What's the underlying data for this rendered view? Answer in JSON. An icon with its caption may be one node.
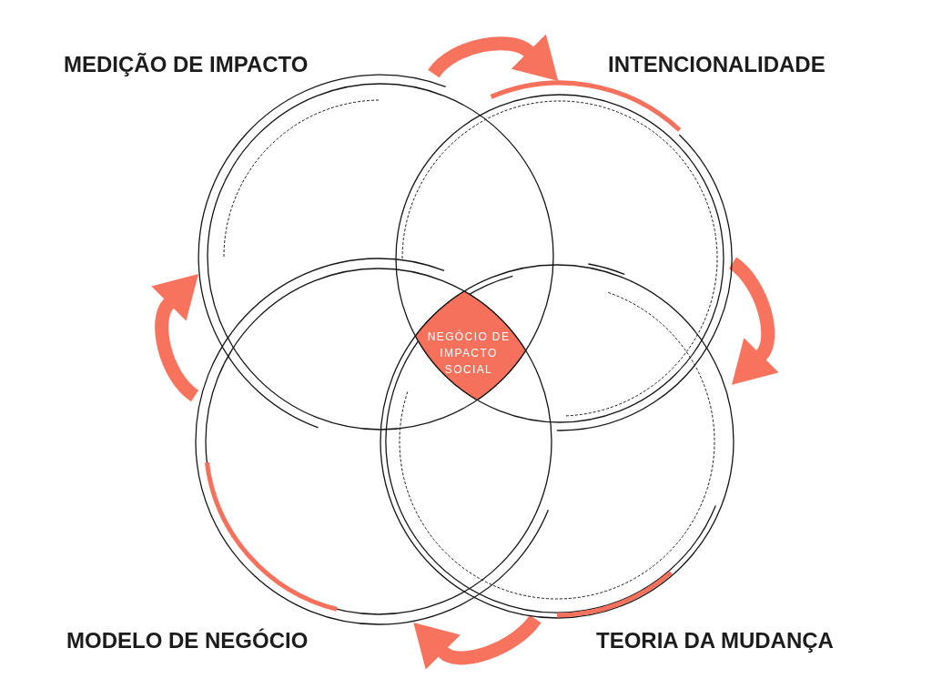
{
  "diagram": {
    "nodes": [
      {
        "text": [],
        "shape": "circle",
        "beside": [
          "MEDIÇÃO DE IMPACTO"
        ]
      },
      {
        "text": [],
        "shape": "circle",
        "beside": [
          "INTENCIONALIDADE"
        ]
      },
      {
        "text": [
          "NEGÓCIO DE IMPACTO SOCIAL"
        ]
      },
      {
        "text": [],
        "shape": "circle",
        "beside": [
          "MODELO DE NEGÓCIO"
        ]
      },
      {
        "text": [],
        "shape": "circle",
        "beside": [
          "TEORIA DA MUDANÇA"
        ]
      }
    ],
    "edges": [
      {
        "from": 0,
        "to": 1,
        "arrow": "to"
      },
      {
        "from": 1,
        "to": 4,
        "arrow": "to"
      },
      {
        "from": 4,
        "to": 3,
        "arrow": "to"
      },
      {
        "from": 3,
        "to": 0,
        "arrow": "to"
      }
    ]
  }
}
